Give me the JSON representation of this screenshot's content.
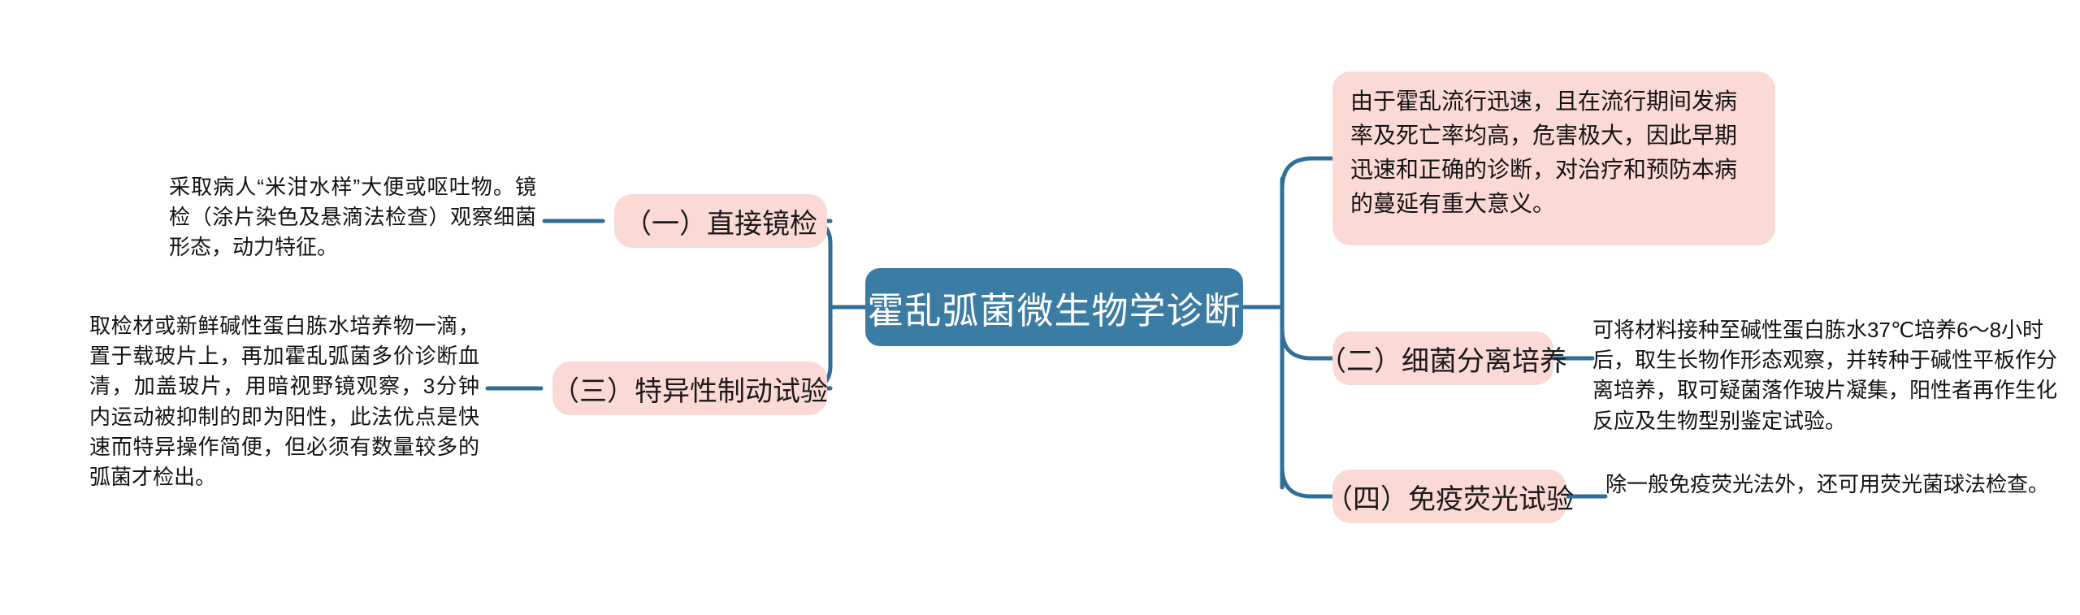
{
  "diagram": {
    "type": "mind-map",
    "title": "霍乱弧菌微生物学诊断",
    "colors": {
      "center_node_fill": "#3B7CA5",
      "branch_node_fill": "#FBDAD6",
      "connector_line": "#2E6F98",
      "center_text": "#FFFFFF",
      "branch_text": "#1A1A1A",
      "note_text": "#131313",
      "background": "#FFFFFF"
    },
    "center": {
      "label": "霍乱弧菌微生物学诊断"
    },
    "branches": {
      "right": [
        {
          "id": "overview",
          "node_label": "",
          "note": "由于霍乱流行迅速，且在流行期间发病率及死亡率均高，危害极大，因此早期迅速和正确的诊断，对治疗和预防本病的蔓延有重大意义。",
          "note_style": "boxed"
        },
        {
          "id": "culture",
          "node_label": "（二）细菌分离培养",
          "note": "可将材料接种至碱性蛋白胨水37℃培养6～8小时后，取生长物作形态观察，并转种于碱性平板作分离培养，取可疑菌落作玻片凝集，阳性者再作生化反应及生物型别鉴定试验。",
          "note_style": "plain"
        },
        {
          "id": "immunofluorescence",
          "node_label": "（四）免疫荧光试验",
          "note": "除一般免疫荧光法外，还可用荧光菌球法检查。",
          "note_style": "plain"
        }
      ],
      "left": [
        {
          "id": "microscopy",
          "node_label": "（一）直接镜检",
          "note": "采取病人“米泔水样”大便或呕吐物。镜检（涂片染色及悬滴法检查）观察细菌形态，动力特征。",
          "note_style": "plain"
        },
        {
          "id": "immobilization",
          "node_label": "（三）特异性制动试验",
          "note": "取检材或新鲜碱性蛋白胨水培养物一滴，置于载玻片上，再加霍乱弧菌多价诊断血清，加盖玻片，用暗视野镜观察，3分钟内运动被抑制的即为阳性，此法优点是快速而特异操作简便，但必须有数量较多的弧菌才检出。",
          "note_style": "plain"
        }
      ]
    }
  }
}
